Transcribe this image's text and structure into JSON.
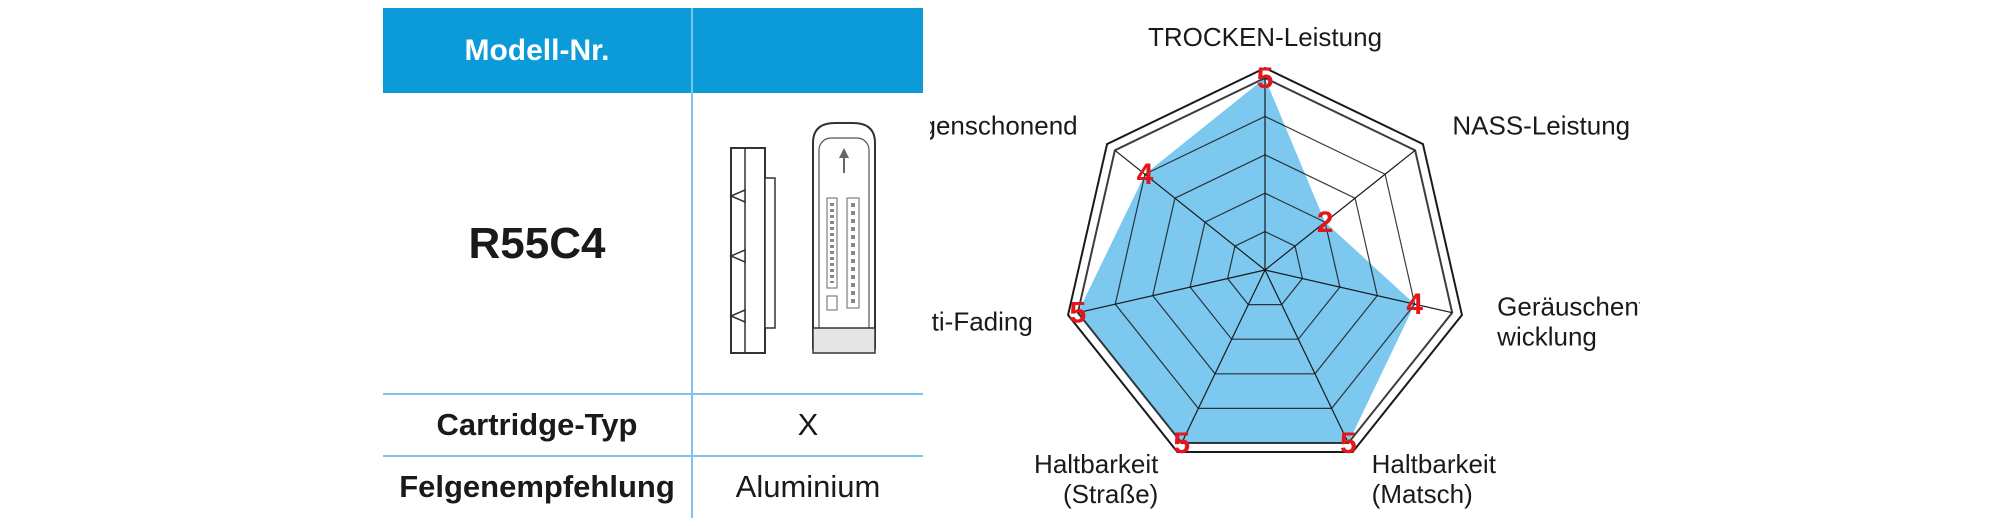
{
  "table": {
    "header_label": "Modell-Nr.",
    "model": "R55C4",
    "rows": [
      {
        "label": "Cartridge-Typ",
        "value": "X"
      },
      {
        "label": "Felgenempfehlung",
        "value": "Aluminium"
      }
    ]
  },
  "chart_data": {
    "type": "radar",
    "rmax": 5,
    "levels": 5,
    "axes": [
      {
        "label_lines": [
          "TROCKEN-Leistung"
        ],
        "value": 5
      },
      {
        "label_lines": [
          "NASS-Leistung"
        ],
        "value": 2
      },
      {
        "label_lines": [
          "Geräuschent-",
          "wicklung"
        ],
        "value": 4
      },
      {
        "label_lines": [
          "Haltbarkeit",
          "(Matsch)"
        ],
        "value": 5
      },
      {
        "label_lines": [
          "Haltbarkeit",
          "(Straße)"
        ],
        "value": 5
      },
      {
        "label_lines": [
          "Anti-Fading"
        ],
        "value": 5
      },
      {
        "label_lines": [
          "Felgenschonend"
        ],
        "value": 4
      }
    ],
    "colors": {
      "fill": "#7cc8ef",
      "grid": "#1a1a1a",
      "value_text": "#e3161c"
    }
  }
}
